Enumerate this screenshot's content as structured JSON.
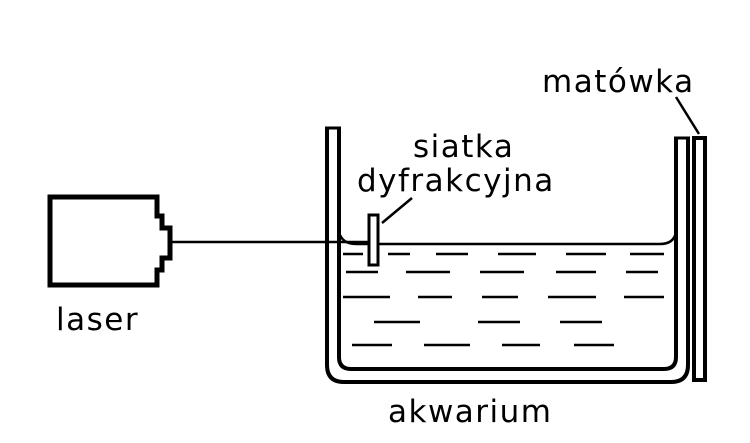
{
  "labels": {
    "laser": "laser",
    "grating_line1": "siatka",
    "grating_line2": "dyfrakcyjna",
    "screen": "matówka",
    "aquarium": "akwarium"
  },
  "colors": {
    "ink": "#000000",
    "background": "#ffffff"
  }
}
